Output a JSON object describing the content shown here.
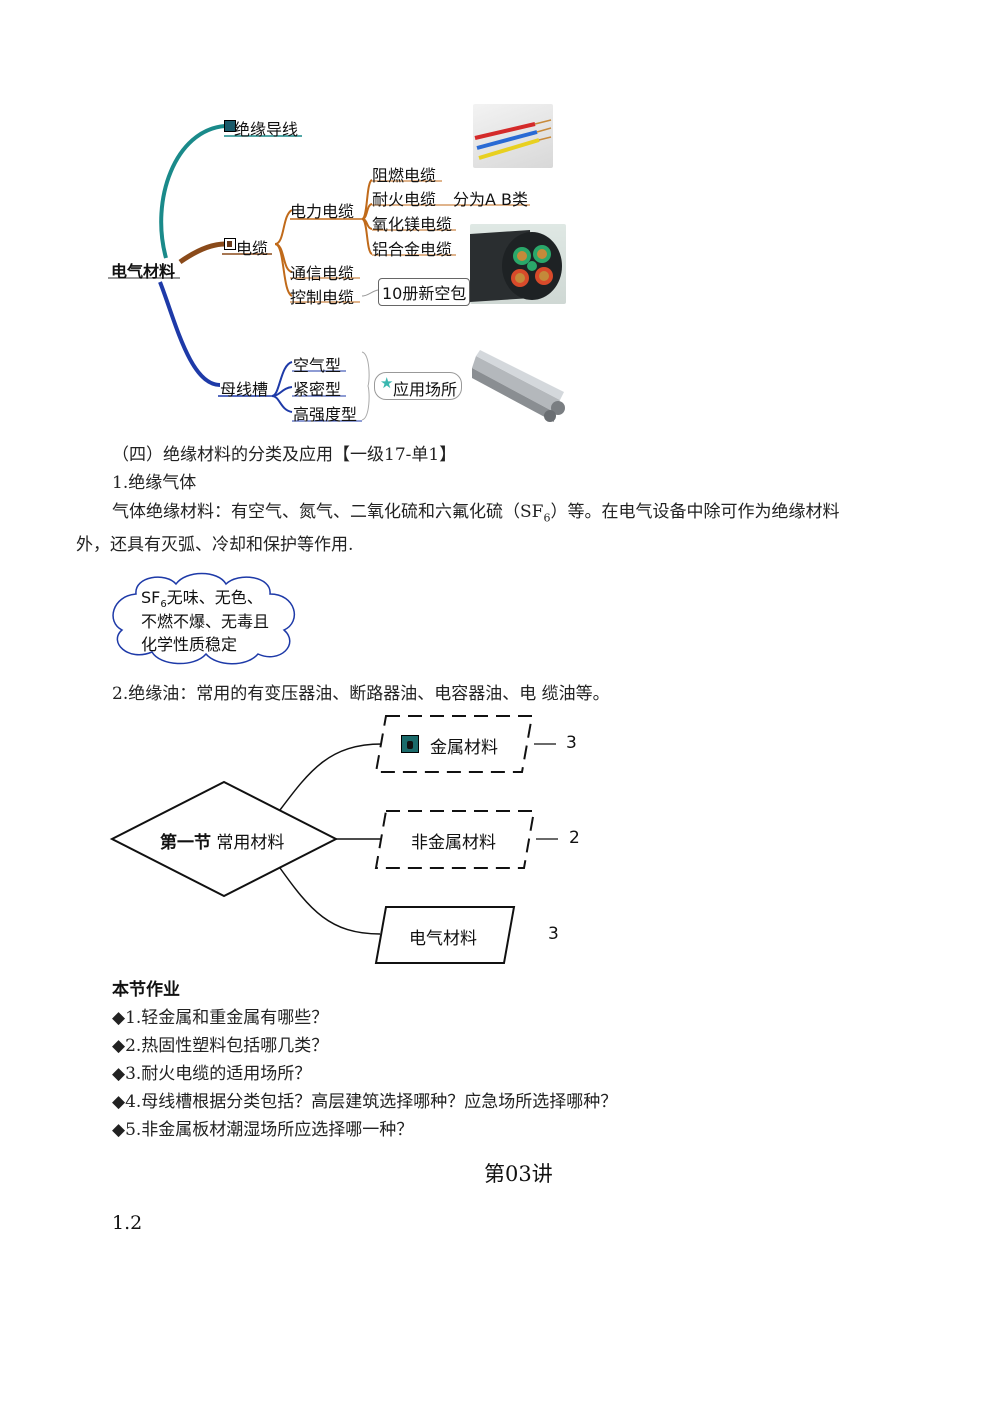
{
  "mindmap": {
    "root": "电气材料",
    "branches": {
      "wire": "绝缘导线",
      "cable": "电缆",
      "busway": "母线槽"
    },
    "power_cable": "电力电缆",
    "power_cable_items": [
      "阻燃电缆",
      "耐火电缆",
      "氧化镁电缆",
      "铝合金电缆"
    ],
    "ab_note": "分为A B类",
    "comm_cable": "通信电缆",
    "control_cable": "控制电缆",
    "control_note": "10册新空包",
    "busway_items": [
      "空气型",
      "紧密型",
      "高强度型"
    ],
    "busway_note": "应用场所"
  },
  "section": {
    "heading": "（四）绝缘材料的分类及应用【一级17-单1】",
    "sub1": "1.绝缘气体",
    "para_line1_a": "气体绝缘材料：有空气、氮气、二氧化硫和六氟化硫（SF",
    "para_sub": "6",
    "para_line1_b": "）等。在电气设备中除可作为绝缘材料",
    "para_line2": "外，还具有灭弧、冷却和保护等作用.",
    "cloud_line1_a": "SF",
    "cloud_sub": "6",
    "cloud_line1_b": "无味、无色、",
    "cloud_line2": "不燃不爆、无毒且",
    "cloud_line3": "化学性质稳定",
    "sub2": "2.绝缘油：常用的有变压器油、断路器油、电容器油、电 缆油等。"
  },
  "diagram": {
    "center": "第一节 常用材料",
    "center_bold": "第一节",
    "center_rest": " 常用材料",
    "nodes": [
      {
        "label": "金属材料",
        "count": "3"
      },
      {
        "label": "非金属材料",
        "count": "2"
      },
      {
        "label": "电气材料",
        "count": "3"
      }
    ],
    "dash_mark": "—"
  },
  "homework": {
    "title": "本节作业",
    "items": [
      "◆1.轻金属和重金属有哪些？",
      "◆2.热固性塑料包括哪几类？",
      "◆3.耐火电缆的适用场所？",
      "◆4.母线槽根据分类包括？高层建筑选择哪种？应急场所选择哪种？",
      "◆5.非金属板材潮湿场所应选择哪一种？"
    ]
  },
  "lecture": {
    "title": "第03讲",
    "item": "1.2"
  },
  "colors": {
    "teal_branch": "#1a8a8a",
    "brown_branch": "#8a4a1a",
    "blue_branch": "#1e3aa8",
    "cable_orange": "#c06a1a"
  }
}
